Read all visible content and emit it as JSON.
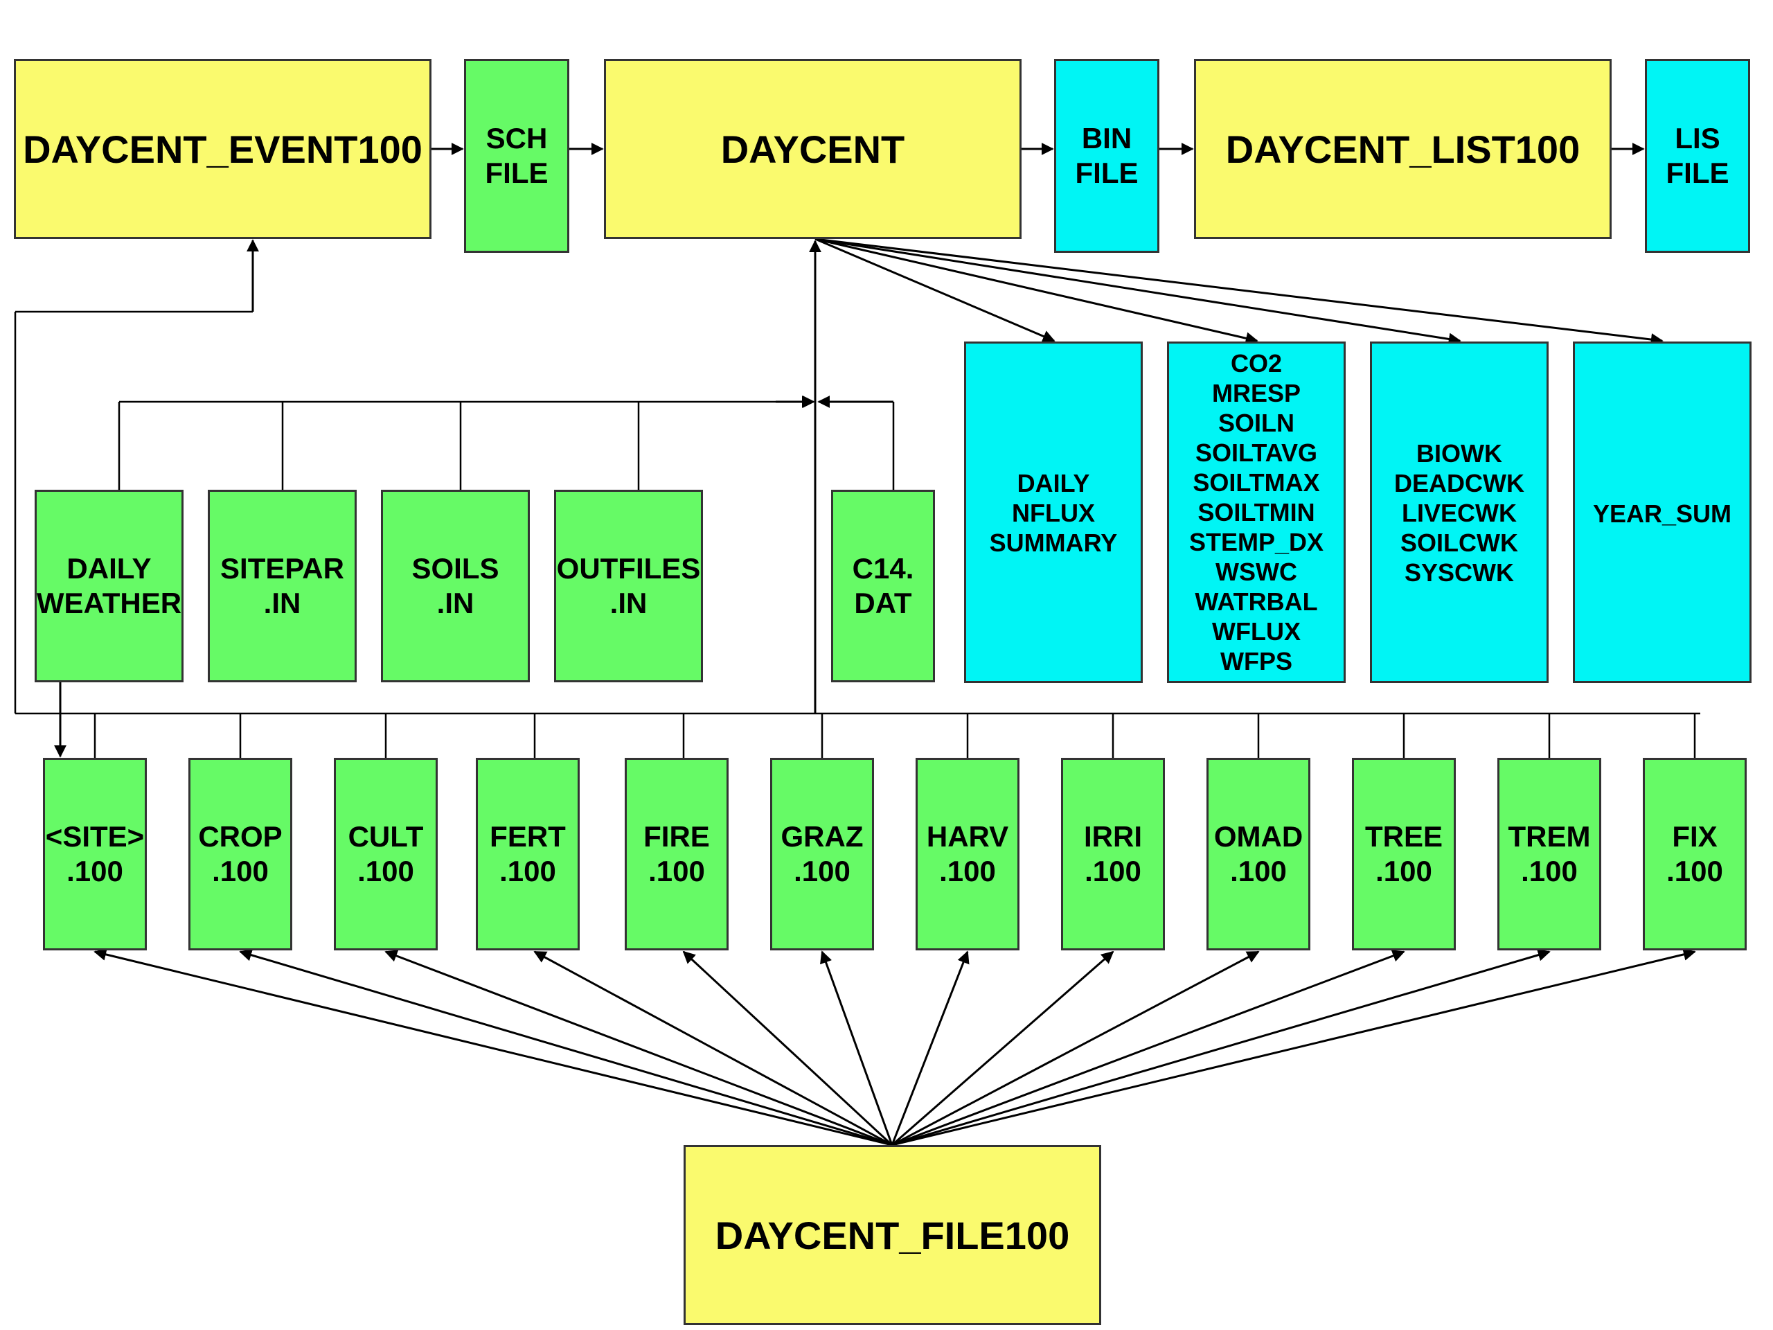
{
  "program_boxes": {
    "event100": "DAYCENT_EVENT100",
    "daycent": "DAYCENT",
    "list100": "DAYCENT_LIST100",
    "file100": "DAYCENT_FILE100"
  },
  "top_files": {
    "sch": [
      "SCH",
      "FILE"
    ],
    "bin": [
      "BIN",
      "FILE"
    ],
    "lis": [
      "LIS",
      "FILE"
    ]
  },
  "input_files": [
    [
      "DAILY",
      "WEATHER"
    ],
    [
      "SITEPAR",
      ".IN"
    ],
    [
      "SOILS",
      ".IN"
    ],
    [
      "OUTFILES",
      ".IN"
    ],
    [
      "C14.",
      "DAT"
    ]
  ],
  "output_files": [
    [
      "DAILY",
      "NFLUX",
      "SUMMARY"
    ],
    [
      "CO2",
      "MRESP",
      "SOILN",
      "SOILTAVG",
      "SOILTMAX",
      "SOILTMIN",
      "STEMP_DX",
      "WSWC",
      "WATRBAL",
      "WFLUX",
      "WFPS"
    ],
    [
      "BIOWK",
      "DEADCWK",
      "LIVECWK",
      "SOILCWK",
      "SYSCWK"
    ],
    [
      "YEAR_SUM"
    ]
  ],
  "param_files": [
    [
      "<SITE>",
      ".100"
    ],
    [
      "CROP",
      ".100"
    ],
    [
      "CULT",
      ".100"
    ],
    [
      "FERT",
      ".100"
    ],
    [
      "FIRE",
      ".100"
    ],
    [
      "GRAZ",
      ".100"
    ],
    [
      "HARV",
      ".100"
    ],
    [
      "IRRI",
      ".100"
    ],
    [
      "OMAD",
      ".100"
    ],
    [
      "TREE",
      ".100"
    ],
    [
      "TREM",
      ".100"
    ],
    [
      "FIX",
      ".100"
    ]
  ],
  "colors": {
    "program": "#FAFA6E",
    "input": "#66FA66",
    "output": "#00F5F5",
    "line": "#000000"
  }
}
